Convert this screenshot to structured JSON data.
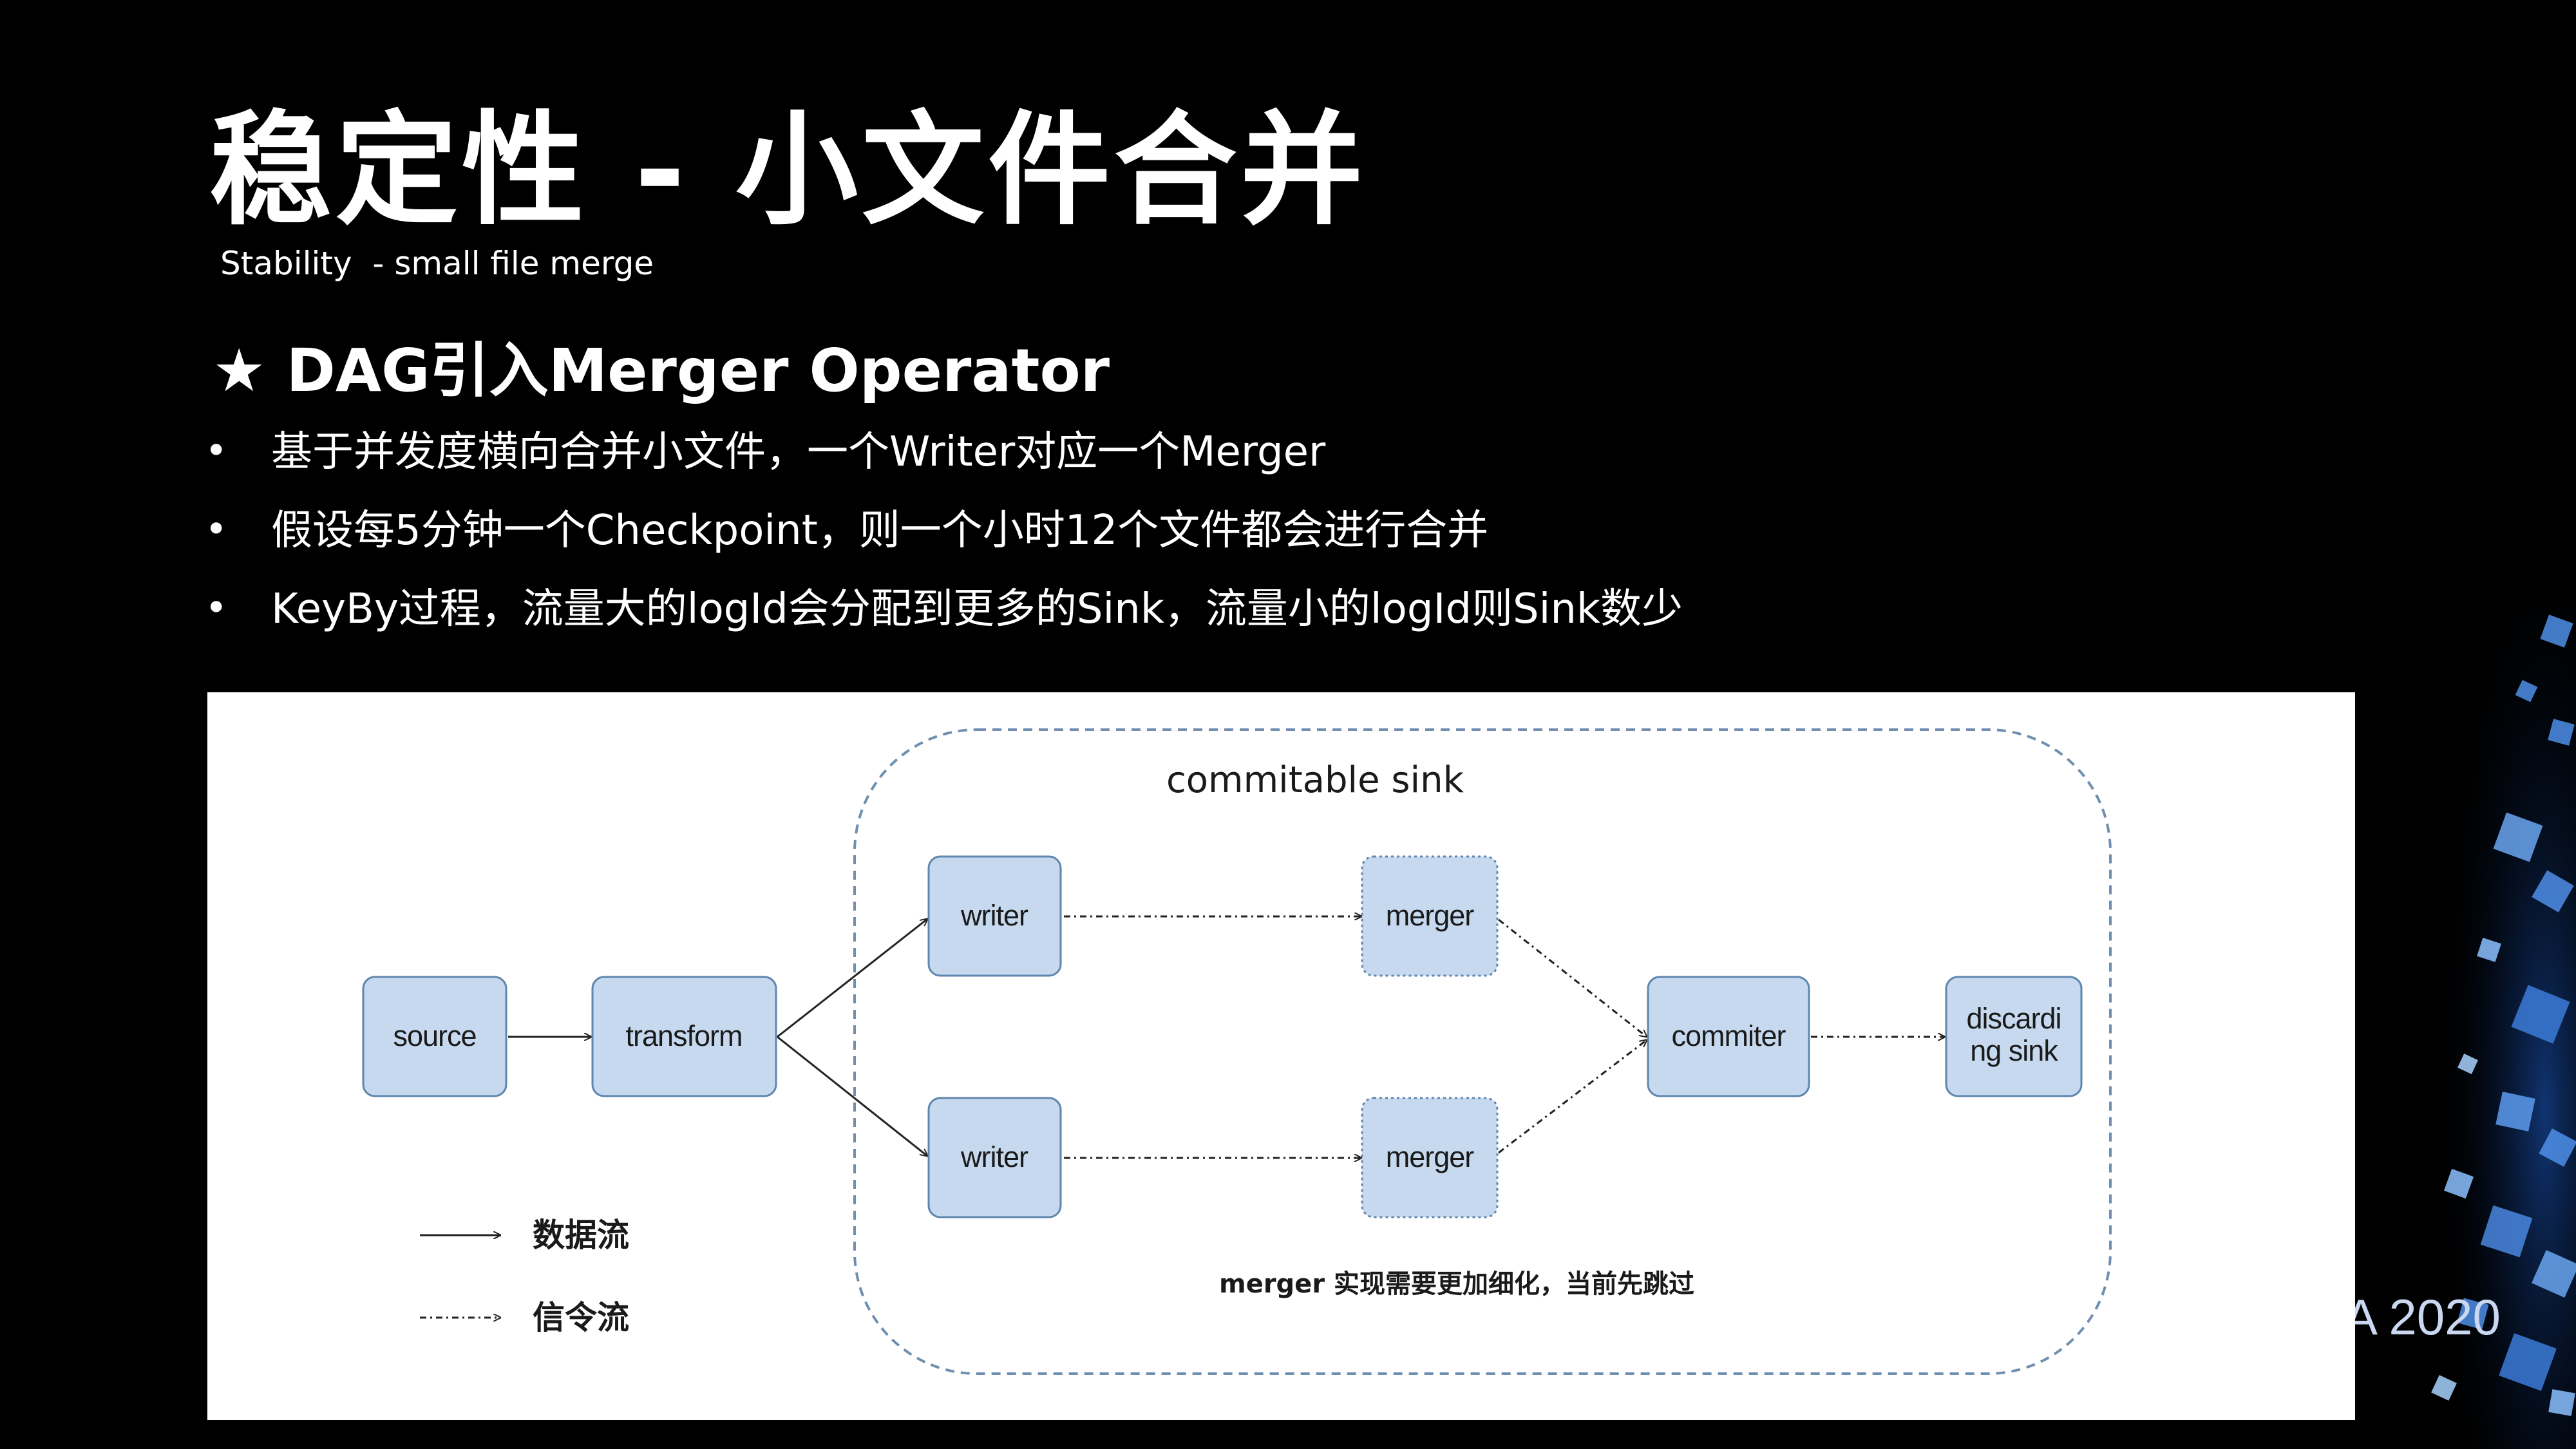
{
  "slide": {
    "title": "稳定性 - 小文件合并",
    "subtitle": "Stability  - small file merge",
    "heading": "★ DAG引入Merger Operator",
    "bullet_symbol": "•",
    "bullets": [
      "基于并发度横向合并小文件，一个Writer对应一个Merger",
      "假设每5分钟一个Checkpoint，则一个小时12个文件都会进行合并",
      "KeyBy过程，流量大的logId会分配到更多的Sink，流量小的logId则Sink数少"
    ],
    "footer_text": "A 2020"
  },
  "diagram": {
    "group_label": "commitable sink",
    "nodes": {
      "source": "source",
      "transform": "transform",
      "writer_top": "writer",
      "writer_bottom": "writer",
      "merger_top": "merger",
      "merger_bottom": "merger",
      "commiter": "commiter",
      "discarding_line1": "discardi",
      "discarding_line2": "ng sink"
    },
    "note": "merger 实现需要更加细化，当前先跳过",
    "legend": {
      "data_flow": "数据流",
      "signal_flow": "信令流"
    },
    "colors": {
      "node_fill": "#c6d9ef",
      "node_stroke": "#5f86ad",
      "group_stroke": "#6f8fb0"
    }
  }
}
